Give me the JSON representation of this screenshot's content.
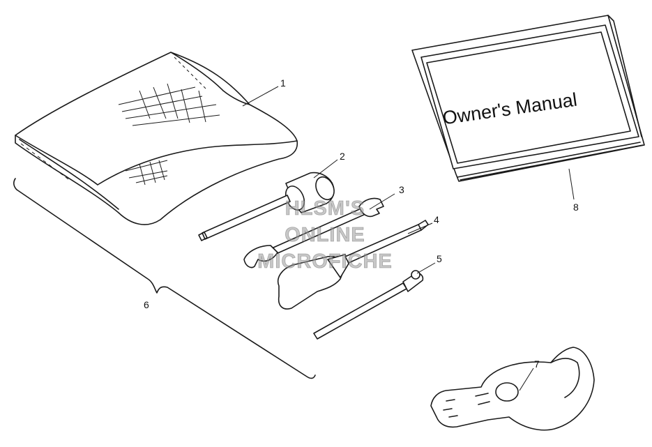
{
  "diagram": {
    "parts": [
      {
        "id": "1",
        "name": "tool-pouch"
      },
      {
        "id": "2",
        "name": "spark-plug-wrench"
      },
      {
        "id": "3",
        "name": "open-end-wrench"
      },
      {
        "id": "4",
        "name": "screwdriver"
      },
      {
        "id": "5",
        "name": "screwdriver-bit"
      },
      {
        "id": "6",
        "name": "tool-kit-group"
      },
      {
        "id": "7",
        "name": "spanner-wrench"
      },
      {
        "id": "8",
        "name": "owners-manual"
      }
    ],
    "manual_title": "Owner's Manual",
    "watermark": [
      "HLSM'S",
      "ONLINE",
      "MICROFICHE"
    ]
  }
}
